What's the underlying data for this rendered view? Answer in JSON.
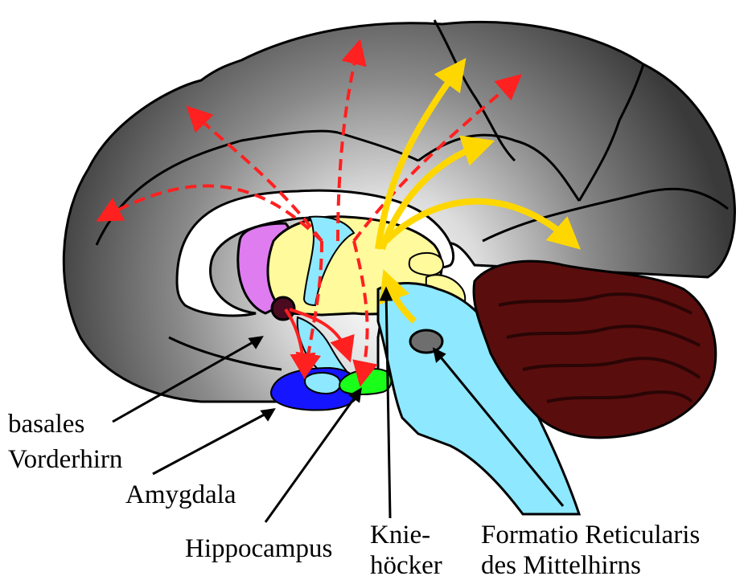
{
  "labels": {
    "basal_forebrain": [
      "basales",
      "Vorderhirn"
    ],
    "amygdala": "Amygdala",
    "hippocampus": "Hippocampus",
    "lateral_geniculate": [
      "Knie-",
      "höcker"
    ],
    "reticular_formation": [
      "Formatio Reticularis",
      "des Mittelhirns"
    ]
  },
  "colors": {
    "cortex_dark": "#3a3a3a",
    "cortex_light": "#e6e6e6",
    "thalamus": "#fffa9c",
    "septum": "#df7cf0",
    "brainstem": "#8ee8ff",
    "amygdala": "#1515ff",
    "hippocampus": "#1aff1a",
    "cerebellum": "#5a0d0d",
    "basal_forebrain_nucleus": "#4a0a20",
    "arrow_red": "#ff2020",
    "arrow_yellow": "#ffd700"
  }
}
